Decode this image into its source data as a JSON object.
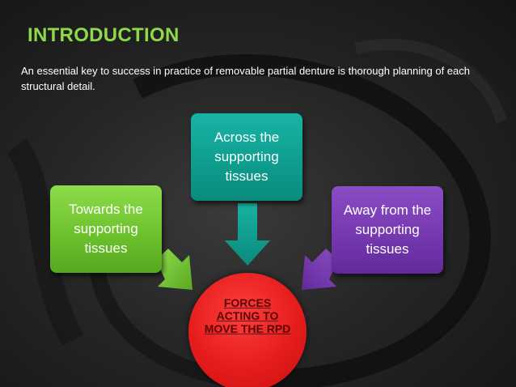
{
  "slide": {
    "title": "INTRODUCTION",
    "intro_text": "An essential key to success in practice of removable partial denture is thorough planning of each structural detail."
  },
  "diagram": {
    "boxes": [
      {
        "id": "green",
        "label": "Towards the supporting tissues",
        "color": "#6cc22c"
      },
      {
        "id": "teal",
        "label": "Across the supporting tissues",
        "color": "#0e9e8f"
      },
      {
        "id": "purple",
        "label": "Away from the supporting tissues",
        "color": "#7639b0"
      }
    ],
    "center": {
      "label": "FORCES ACTING TO MOVE THE RPD",
      "color": "#e51c1c"
    }
  },
  "colors": {
    "title": "#8fd84a",
    "text": "#ffffff",
    "center_text": "#5a0505"
  }
}
